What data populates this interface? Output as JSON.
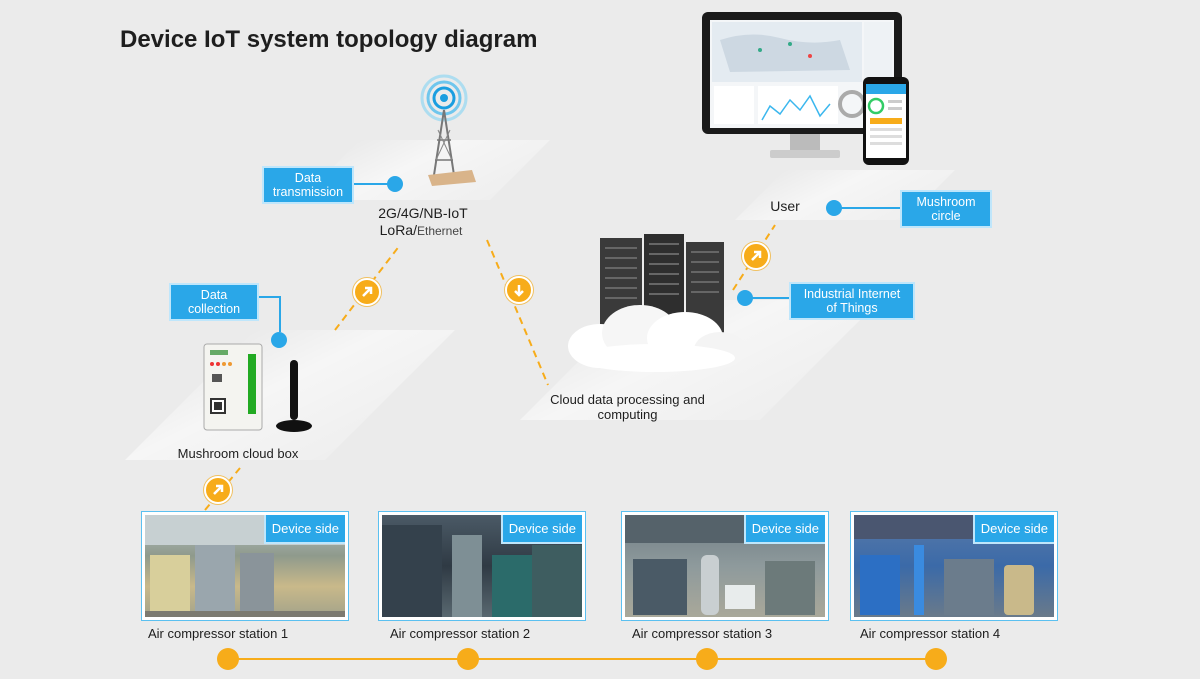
{
  "title": "Device IoT system topology diagram",
  "labels": {
    "data_transmission": "Data transmission",
    "data_collection": "Data collection",
    "network_line1": "2G/4G/NB-IoT",
    "network_line2a": "LoRa/",
    "network_line2b": "Ethernet",
    "cloud": "Cloud data processing and computing",
    "user": "User",
    "mushroom_circle": "Mushroom circle",
    "iiot": "Industrial Internet of Things",
    "cloud_box": "Mushroom cloud box"
  },
  "device_tag": "Device side",
  "stations": [
    {
      "label": "Air compressor station 1"
    },
    {
      "label": "Air compressor station 2"
    },
    {
      "label": "Air compressor station 3"
    },
    {
      "label": "Air compressor station 4"
    }
  ],
  "colors": {
    "tag_blue": "#2aa7e8",
    "accent_orange": "#f7ac1a",
    "background": "#ebebeb"
  }
}
